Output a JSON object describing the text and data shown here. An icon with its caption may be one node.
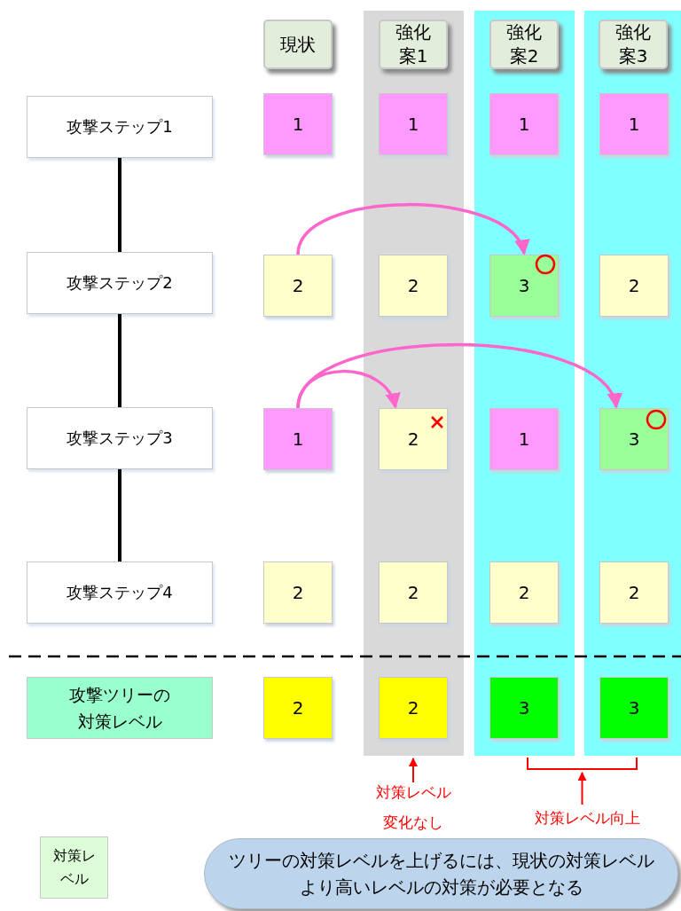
{
  "diagram": {
    "nodes": [
      {
        "text": [
          "現状"
        ]
      },
      {
        "text": [],
        "shape": "box"
      },
      {
        "text": [
          "強化案1"
        ],
        "in": 1
      },
      {
        "text": [],
        "shape": "box"
      },
      {
        "text": [
          "強化案2"
        ],
        "in": 3
      },
      {
        "text": [],
        "shape": "box"
      },
      {
        "text": [
          "強化案3"
        ],
        "in": 5
      },
      {
        "text": [
          "攻撃ステップ1"
        ]
      },
      {
        "text": [
          "1"
        ]
      },
      {
        "text": [
          "1"
        ],
        "in": 1
      },
      {
        "text": [
          "1"
        ],
        "in": 3
      },
      {
        "text": [
          "1"
        ],
        "in": 5
      },
      {
        "text": [
          "攻撃ステップ2"
        ]
      },
      {
        "text": [
          "2"
        ]
      },
      {
        "text": [
          "2"
        ],
        "in": 1
      },
      {
        "text": [
          "3"
        ],
        "in": 3
      },
      {
        "text": [
          "2"
        ],
        "in": 5
      },
      {
        "text": [
          "攻撃ステップ3"
        ]
      },
      {
        "text": [
          "1"
        ]
      },
      {
        "text": [
          "2"
        ],
        "in": 1
      },
      {
        "text": [
          "1"
        ],
        "in": 3
      },
      {
        "text": [
          "3"
        ],
        "in": 5
      },
      {
        "text": [
          "攻撃ステップ4"
        ]
      },
      {
        "text": [
          "2"
        ]
      },
      {
        "text": [
          "2"
        ],
        "in": 1
      },
      {
        "text": [
          "2"
        ],
        "in": 3
      },
      {
        "text": [
          "2"
        ],
        "in": 5
      },
      {
        "text": [
          "攻撃ツリーの対策レベル"
        ]
      },
      {
        "text": [
          "2"
        ]
      },
      {
        "text": [
          "2"
        ],
        "in": 1
      },
      {
        "text": [
          "3"
        ],
        "in": 3
      },
      {
        "text": [
          "3"
        ],
        "in": 5
      },
      {
        "text": [
          "対策レベル変化なし"
        ]
      },
      {
        "text": [
          "対策レベル向上"
        ]
      },
      {
        "text": [
          "対策レベル"
        ]
      },
      {
        "text": [
          "ツリーの対策レベルを上げるには、現状の対策レベルより高いレベルの対策が必要となる"
        ]
      },
      {
        "text": [],
        "shape": "bracket"
      }
    ],
    "edges": [
      {
        "from": 7,
        "to": 12,
        "arrow": "none"
      },
      {
        "from": 12,
        "to": 17,
        "arrow": "none"
      },
      {
        "from": 17,
        "to": 22,
        "arrow": "none"
      },
      {
        "from": 13,
        "to": 15,
        "arrow": "to",
        "color": "#ff66cc"
      },
      {
        "from": 18,
        "to": 19,
        "arrow": "to",
        "color": "#ff66cc"
      },
      {
        "from": 18,
        "to": 21,
        "arrow": "to",
        "color": "#ff66cc"
      },
      {
        "from": 32,
        "to": 1,
        "arrow": "to",
        "color": "#ff0000"
      },
      {
        "from": 33,
        "to": 36,
        "arrow": "to",
        "color": "#ff0000"
      }
    ]
  }
}
